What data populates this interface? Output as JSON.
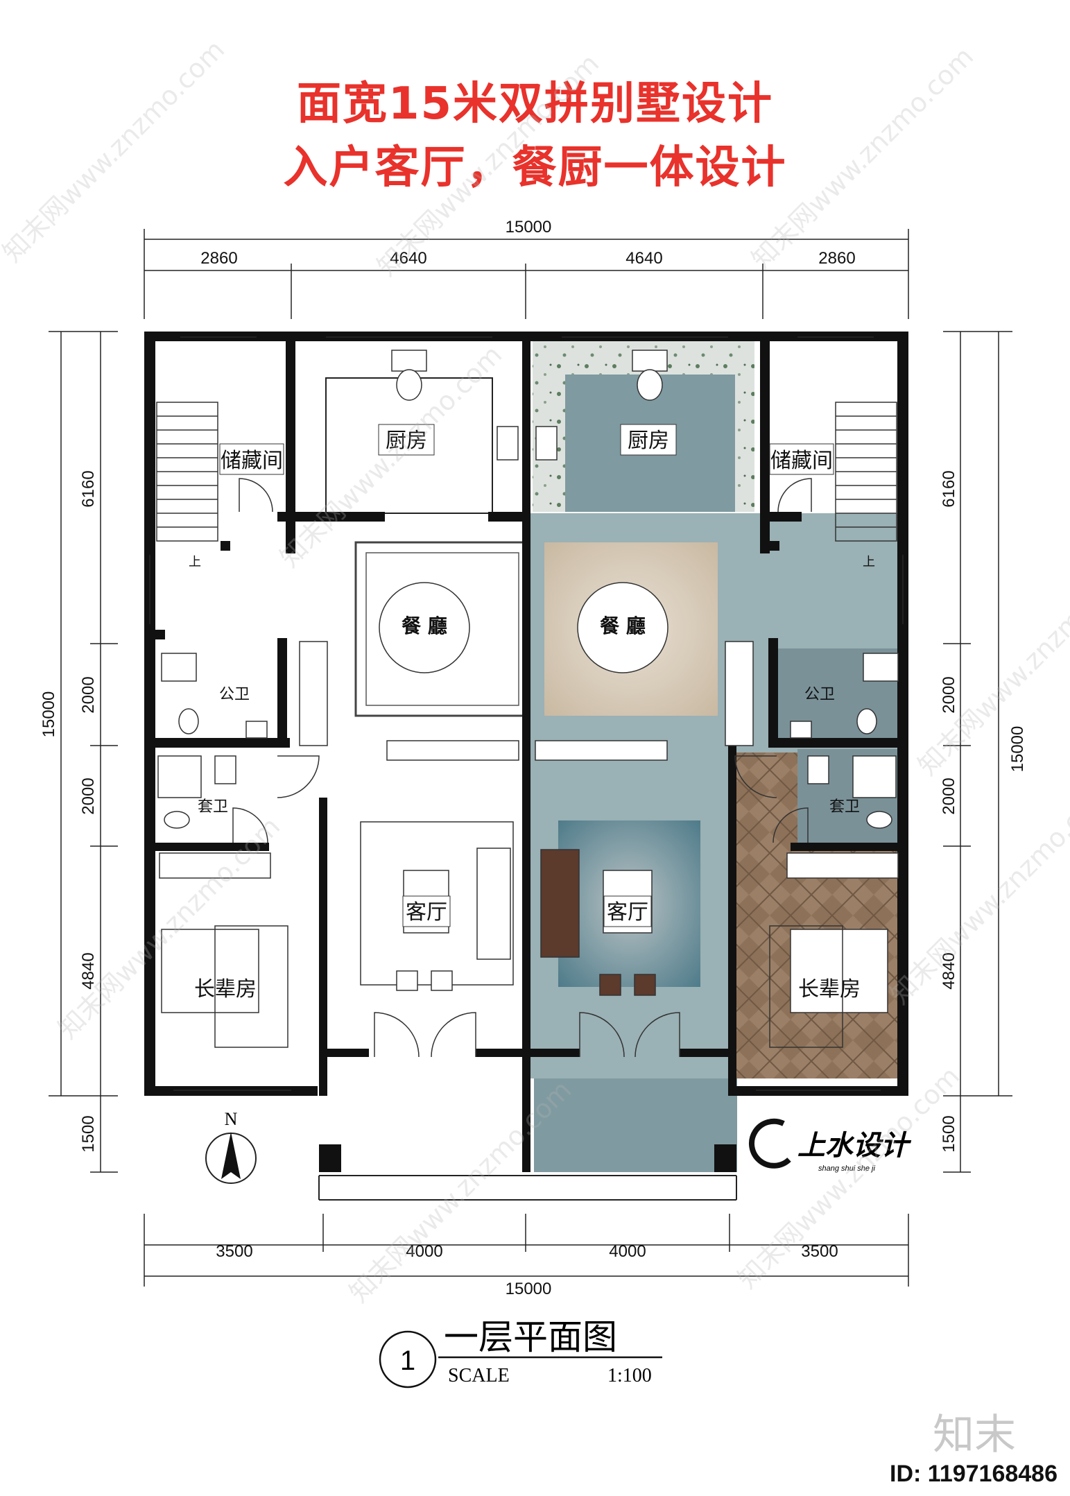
{
  "title": {
    "line1": "面宽15米双拼别墅设计",
    "line2": "入户客厅，餐厨一体设计"
  },
  "dims": {
    "top_total": "15000",
    "top": [
      "2860",
      "4640",
      "4640",
      "2860"
    ],
    "bottom": [
      "3500",
      "4000",
      "4000",
      "3500"
    ],
    "bottom_total": "15000",
    "left_total": "15000",
    "right_total": "15000",
    "left": [
      "6160",
      "2000",
      "2000",
      "4840",
      "1500"
    ],
    "right": [
      "6160",
      "2000",
      "2000",
      "4840",
      "1500"
    ]
  },
  "rooms": {
    "storage": "储藏间",
    "kitchen": "厨房",
    "dining": "餐 廳",
    "public_bath": "公卫",
    "ensuite_bath": "套卫",
    "living": "客厅",
    "elder_room": "长辈房",
    "stair_up": "上"
  },
  "north": "N",
  "drawing": {
    "number": "1",
    "name": "一层平面图",
    "scale_label": "SCALE",
    "scale_value": "1:100"
  },
  "logo_text": "上水设计",
  "logo_sub": "shang shui she ji",
  "watermark": "知末网www.znzmo.com",
  "brand": "知末",
  "id_label": "ID: 1197168486",
  "colors": {
    "title": "#e8322b",
    "floor_blue": "#8fa7ad",
    "floor_blue_dark": "#6f8a91",
    "wood": "#8a6e55",
    "wall": "#111111"
  }
}
